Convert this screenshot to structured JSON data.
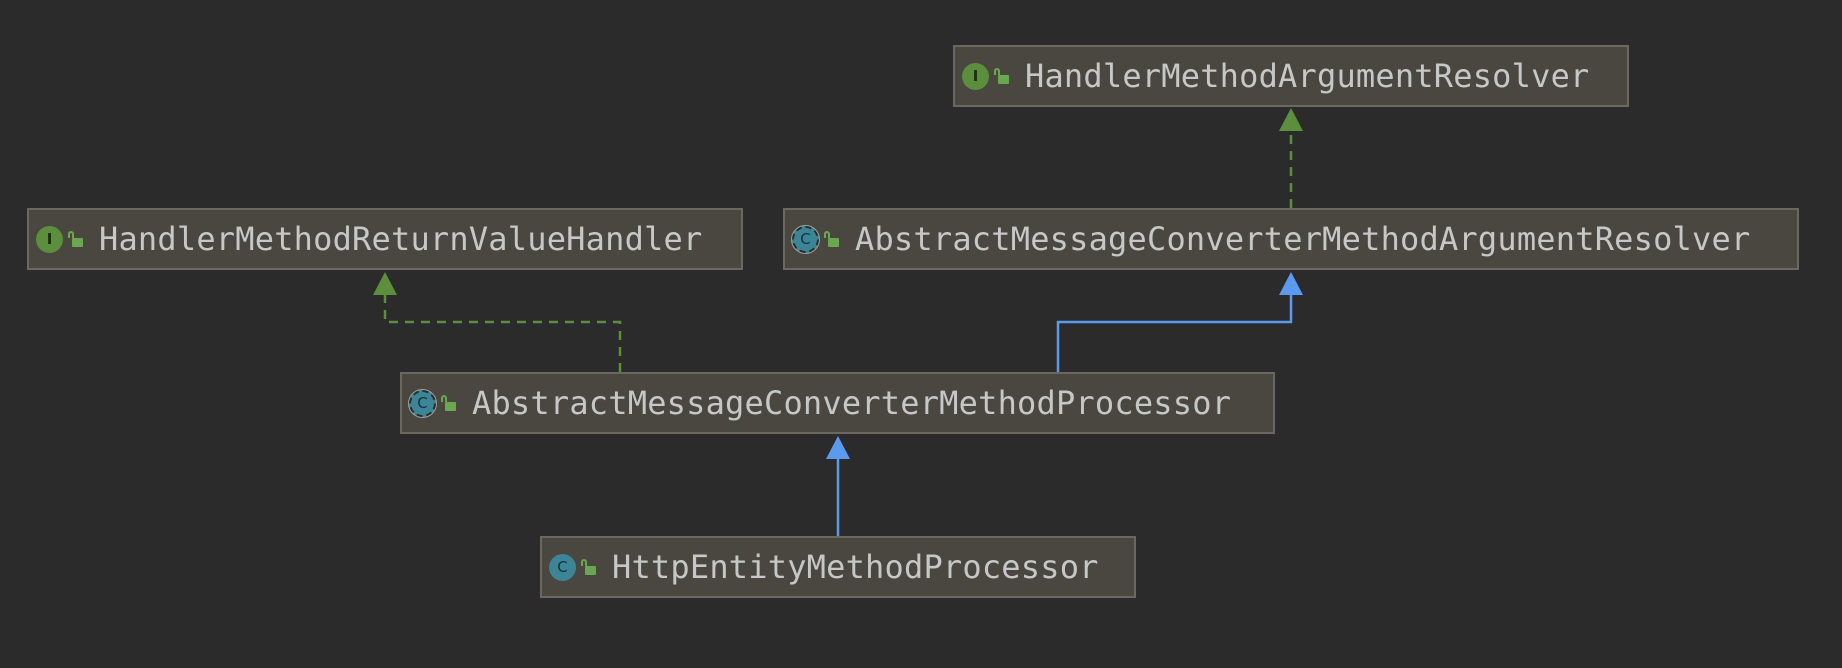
{
  "diagram": {
    "nodes": {
      "argument_resolver": {
        "kind": "interface",
        "kind_glyph": "I",
        "label": "HandlerMethodArgumentResolver"
      },
      "return_value_handler": {
        "kind": "interface",
        "kind_glyph": "I",
        "label": "HandlerMethodReturnValueHandler"
      },
      "abstract_argument_resolver": {
        "kind": "abstract-class",
        "kind_glyph": "C",
        "label": "AbstractMessageConverterMethodArgumentResolver"
      },
      "abstract_processor": {
        "kind": "abstract-class",
        "kind_glyph": "C",
        "label": "AbstractMessageConverterMethodProcessor"
      },
      "http_entity_processor": {
        "kind": "class",
        "kind_glyph": "C",
        "label": "HttpEntityMethodProcessor"
      }
    },
    "edges": [
      {
        "from": "abstract_argument_resolver",
        "to": "argument_resolver",
        "relation": "implements"
      },
      {
        "from": "abstract_processor",
        "to": "return_value_handler",
        "relation": "implements"
      },
      {
        "from": "abstract_processor",
        "to": "abstract_argument_resolver",
        "relation": "extends"
      },
      {
        "from": "http_entity_processor",
        "to": "abstract_processor",
        "relation": "extends"
      }
    ],
    "colors": {
      "background": "#2b2b2b",
      "node_fill": "#4a4740",
      "node_border": "#6a6860",
      "text": "#c5c8c6",
      "implements_edge": "#5b8f3c",
      "extends_edge": "#5a9bef",
      "interface_badge": "#5b8f3c",
      "class_badge": "#3b8696",
      "public_lock": "#6aa84f"
    },
    "icons": {
      "interface": "interface-icon",
      "class": "class-icon",
      "abstract_class": "abstract-class-icon",
      "visibility": "public-unlocked-icon"
    }
  }
}
